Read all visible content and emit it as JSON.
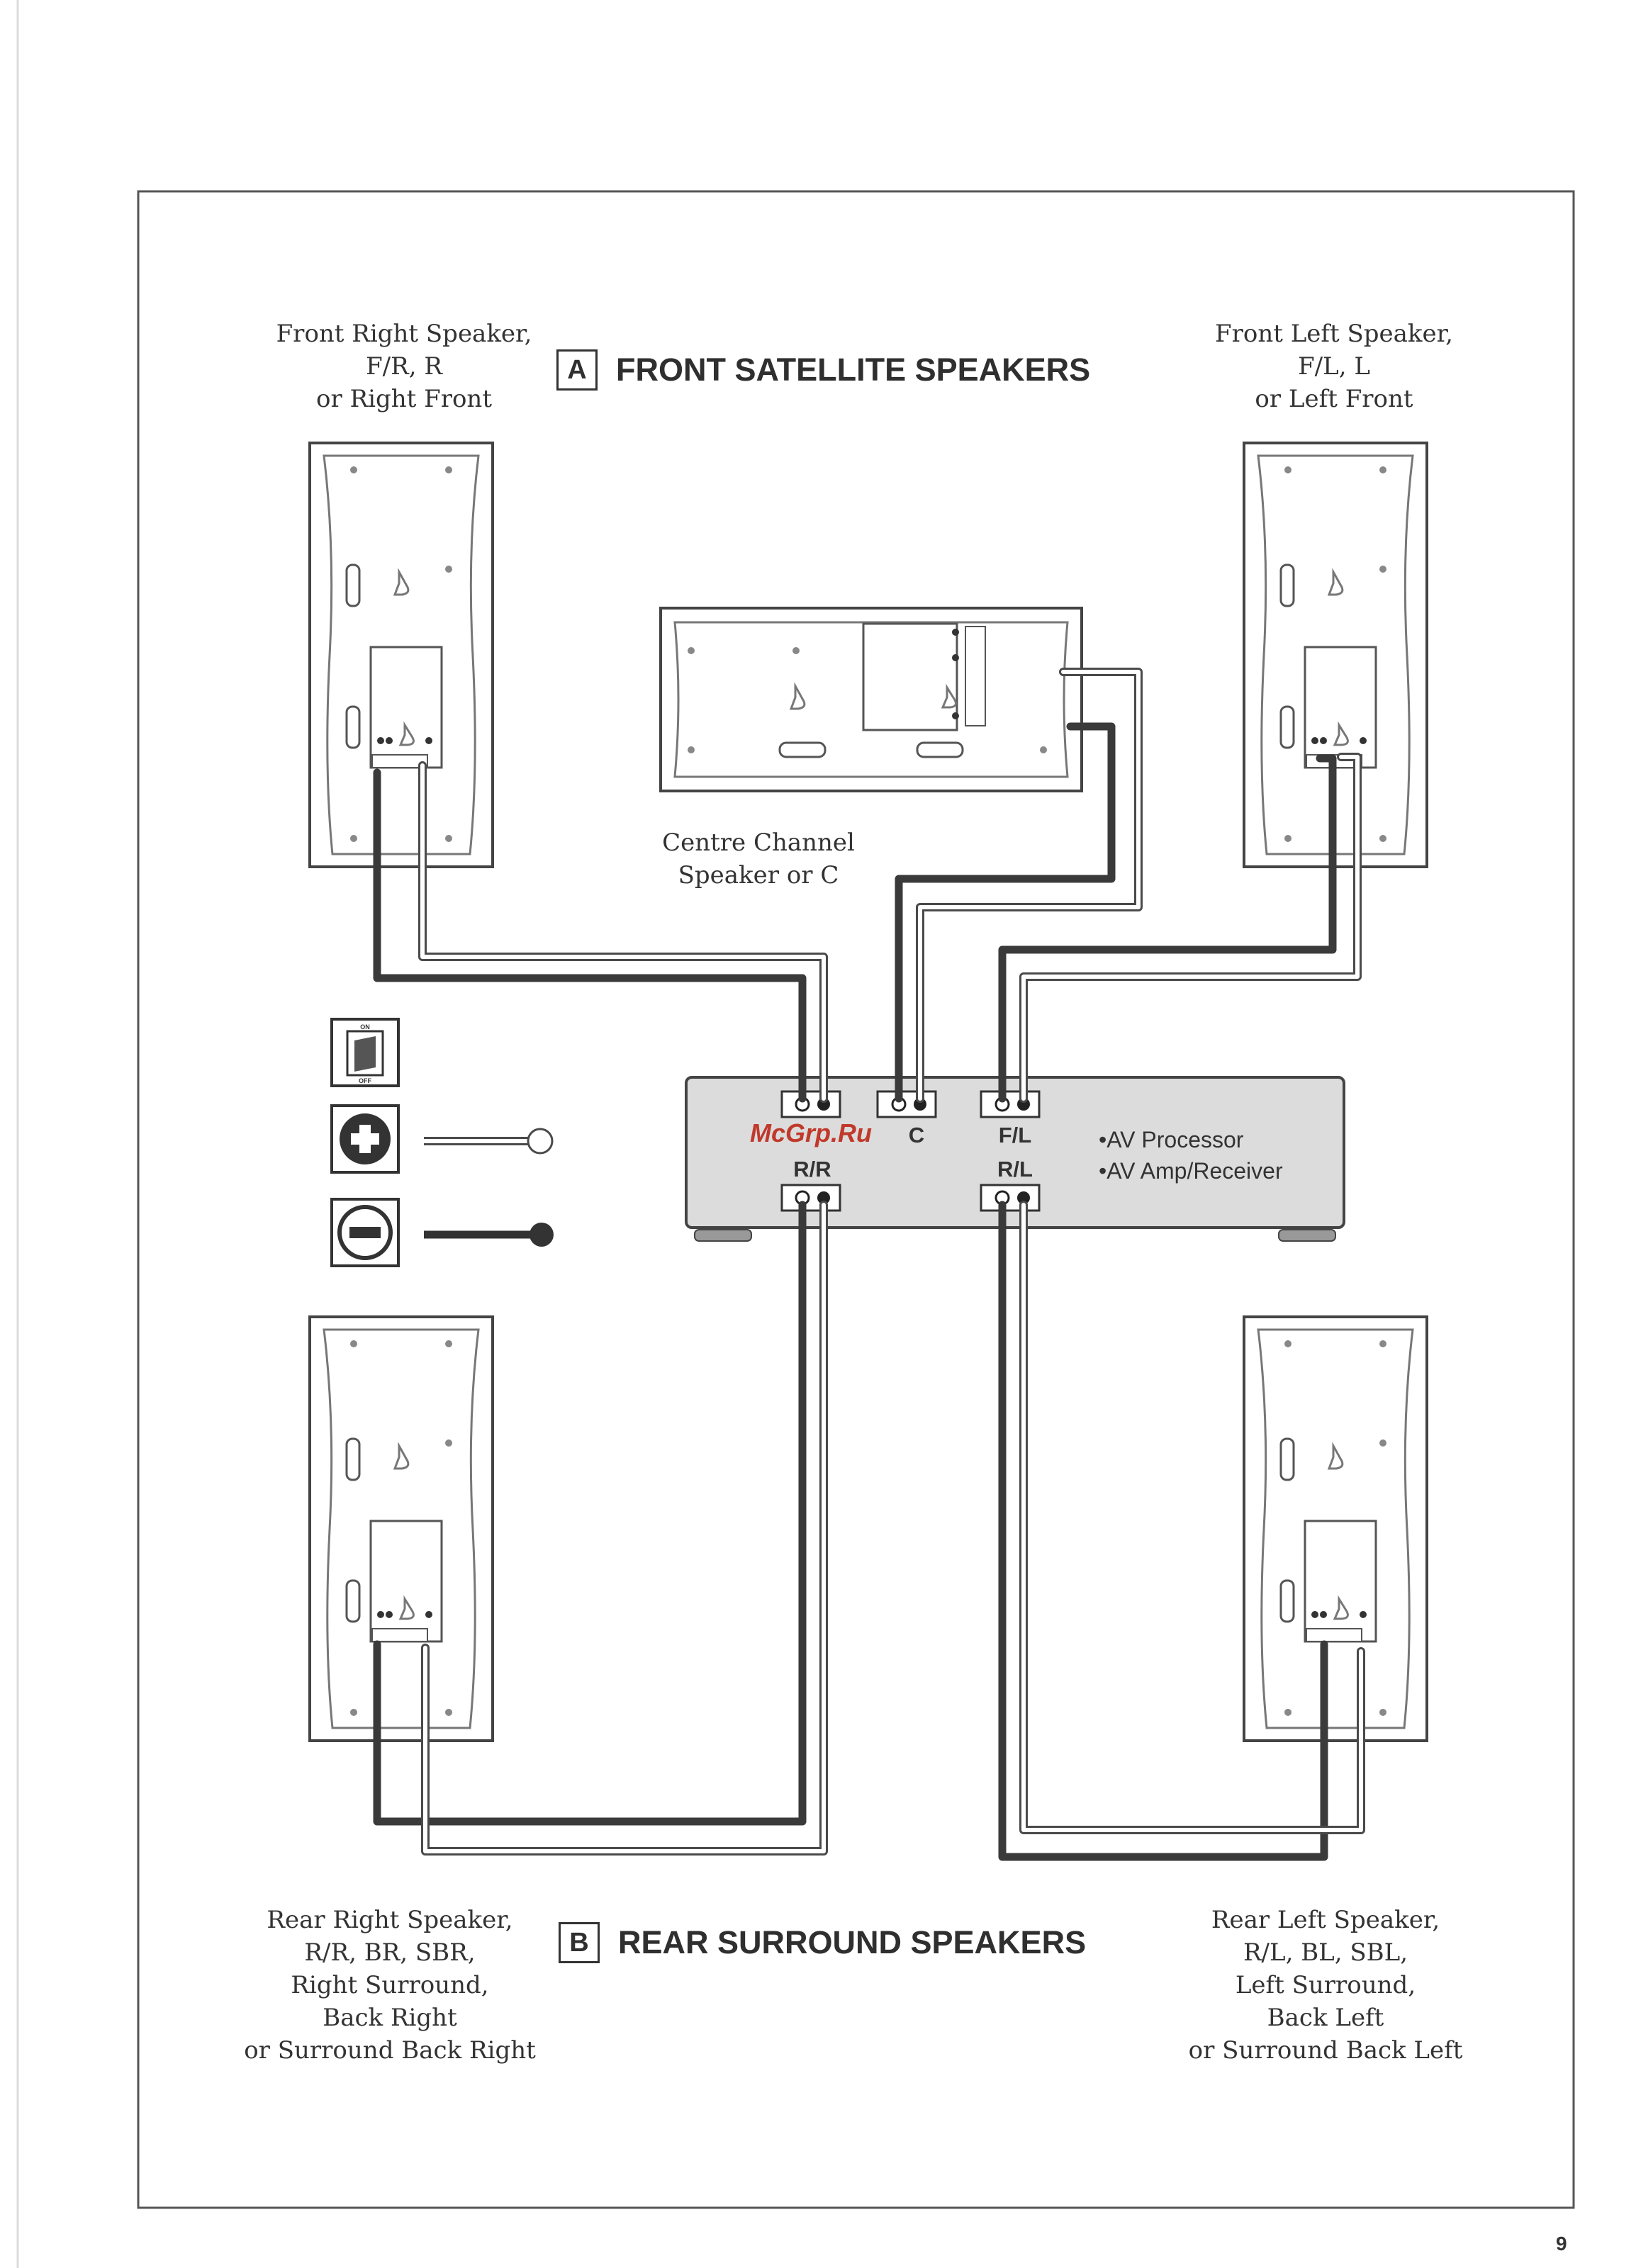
{
  "section_a": {
    "letter": "A",
    "title": "FRONT SATELLITE SPEAKERS"
  },
  "section_b": {
    "letter": "B",
    "title": "REAR SURROUND SPEAKERS"
  },
  "front_right_label": [
    "Front Right Speaker,",
    "F/R, R",
    "or Right Front"
  ],
  "front_left_label": [
    "Front Left Speaker,",
    "F/L, L",
    "or Left Front"
  ],
  "centre_label": [
    "Centre Channel",
    "Speaker or C"
  ],
  "rear_right_label": [
    "Rear Right Speaker,",
    "R/R, BR, SBR,",
    "Right Surround,",
    "Back Right",
    "or Surround Back Right"
  ],
  "rear_left_label": [
    "Rear Left Speaker,",
    "R/L, BL, SBL,",
    "Left Surround,",
    "Back Left",
    "or Surround Back Left"
  ],
  "processor": {
    "terminals": {
      "c": "C",
      "fl": "F/L",
      "rr": "R/R",
      "rl": "R/L"
    },
    "labels": [
      "•AV Processor",
      "•AV Amp/Receiver"
    ]
  },
  "legend": {
    "switch_on": "ON",
    "switch_off": "OFF"
  },
  "watermark": "McGrp.Ru",
  "page_number": "9"
}
